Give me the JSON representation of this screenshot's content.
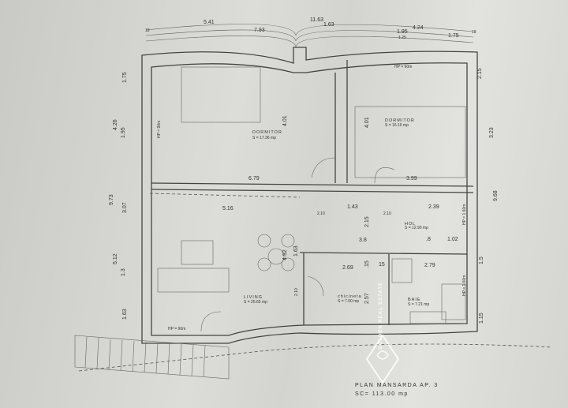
{
  "plan": {
    "title": "PLAN MANSARDA AP. 3",
    "total_area": "SC= 113.00 mp",
    "rooms": [
      {
        "name": "DORMITOR",
        "area": "S = 17.36 mp"
      },
      {
        "name": "DORMITOR",
        "area": "S = 16.10 mp"
      },
      {
        "name": "HOL",
        "area": "S = 12.90 mp"
      },
      {
        "name": "LIVING",
        "area": "S = 25.65 mp"
      },
      {
        "name": "chicineta",
        "area": "S = 7.00 mp"
      },
      {
        "name": "BAIE",
        "area": "S = 7.21 mp"
      }
    ],
    "top_dims": [
      "5.41",
      "7.93",
      "11.63",
      "1.63",
      "4.24",
      "1.95",
      "1.25",
      "1.75",
      "18",
      "18"
    ],
    "left_dims": [
      "1.75",
      "4.26",
      "1.95",
      "9.73",
      "3.07",
      "5.12",
      "1.3",
      "1.63"
    ],
    "right_dims": [
      "2.15",
      "3.23",
      "9.68",
      "1.5",
      "1.15"
    ],
    "inner_dims": [
      "6.79",
      "3.99",
      "5.16",
      "1.43",
      "2.39",
      "2.15",
      "3.8",
      ".8",
      "1.02",
      "2.69",
      ".15",
      "15",
      "2.79",
      "4.01",
      "4.01",
      "1.63",
      "2.57",
      "4.92",
      "2.10",
      "2.10",
      "2.10"
    ],
    "window_labels": [
      "HP = 90m",
      "HP = 90m",
      "HP = 90m",
      "HP = 1.60m",
      "HP = 1.60m"
    ],
    "watermark": "GOLDEN REAL ESTATE"
  }
}
